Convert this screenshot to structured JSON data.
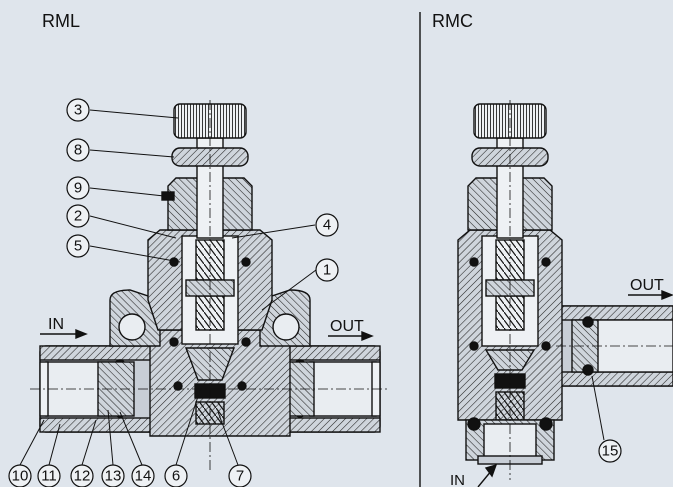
{
  "panels": {
    "left_title": "RML",
    "right_title": "RMC"
  },
  "ports": {
    "left_in": "IN",
    "left_out": "OUT",
    "right_out": "OUT",
    "right_in": "IN"
  },
  "callouts": {
    "c1": "1",
    "c2": "2",
    "c3": "3",
    "c4": "4",
    "c5": "5",
    "c6": "6",
    "c7": "7",
    "c8": "8",
    "c9": "9",
    "c10": "10",
    "c11": "11",
    "c12": "12",
    "c13": "13",
    "c14": "14",
    "c15": "15"
  },
  "colors": {
    "background": "#dfe5ec",
    "line": "#111111",
    "body_fill": "#c8ced6",
    "hatch": "#222222"
  }
}
